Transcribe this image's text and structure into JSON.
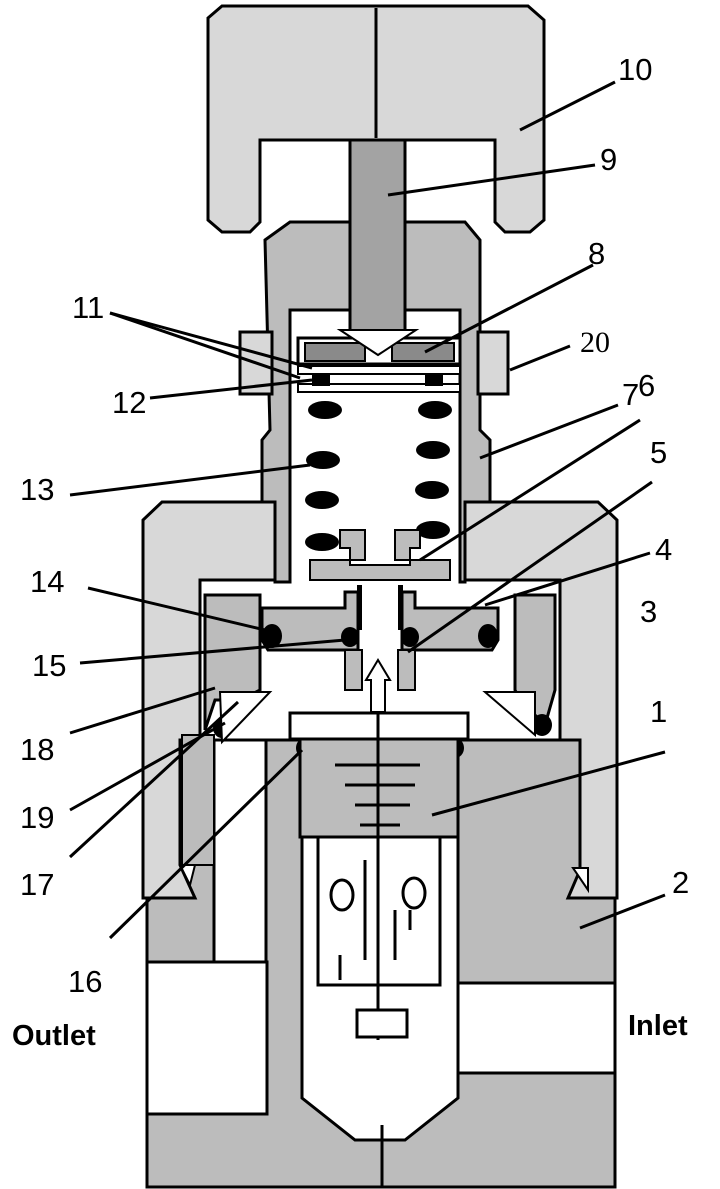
{
  "figure": {
    "colors": {
      "light_gray": "#d8d8d8",
      "mid_gray": "#bcbcbc",
      "dark_gray": "#a3a3a3",
      "plate_gray": "#8a8a8a",
      "black": "#000000",
      "white": "#ffffff"
    },
    "callouts": [
      {
        "number": "1",
        "part": "valve-poppet"
      },
      {
        "number": "2",
        "part": "body"
      },
      {
        "number": "3",
        "part": "bonnet"
      },
      {
        "number": "4",
        "part": "piston"
      },
      {
        "number": "5",
        "part": "seat"
      },
      {
        "number": "6",
        "part": "spring-button"
      },
      {
        "number": "7",
        "part": "spring-housing"
      },
      {
        "number": "8",
        "part": "spring-plate"
      },
      {
        "number": "9",
        "part": "adjusting-screw"
      },
      {
        "number": "10",
        "part": "knob"
      },
      {
        "number": "11",
        "part": "thrust-washers"
      },
      {
        "number": "12",
        "part": "bearing"
      },
      {
        "number": "13",
        "part": "range-spring"
      },
      {
        "number": "14",
        "part": "piston-o-ring"
      },
      {
        "number": "15",
        "part": "seat-o-ring"
      },
      {
        "number": "16",
        "part": "poppet-o-ring"
      },
      {
        "number": "17",
        "part": "backup-ring"
      },
      {
        "number": "18",
        "part": "sleeve"
      },
      {
        "number": "19",
        "part": "body-o-ring"
      },
      {
        "number": "20",
        "part": "lock-nut"
      }
    ],
    "ports": {
      "outlet": "Outlet",
      "inlet": "Inlet"
    }
  }
}
